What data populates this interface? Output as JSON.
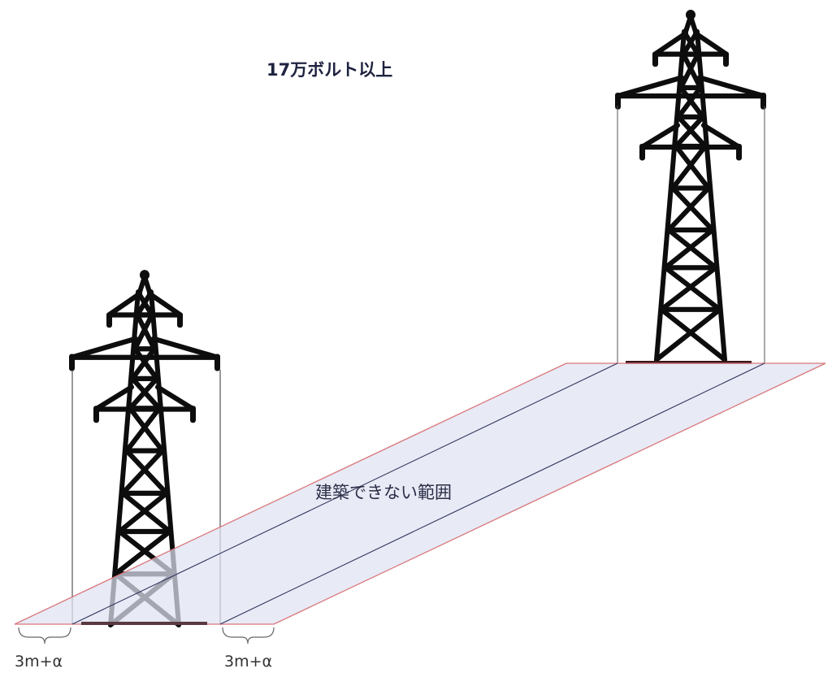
{
  "diagram": {
    "title": "17万ボルト以上",
    "zone_label": "建築できない範囲",
    "dimension_left": "3m+α",
    "dimension_right": "3m+α",
    "elements": {
      "towers": [
        {
          "name": "near-tower",
          "description": "transmission tower (foreground, left)"
        },
        {
          "name": "far-tower",
          "description": "transmission tower (background, right)"
        }
      ],
      "zone": "restricted building area band between towers"
    },
    "colors": {
      "zone_fill": "#e3e5f4",
      "zone_edge": "#d9777a",
      "wire": "#2d3358",
      "tower": "#0d0d0d",
      "text": "#1f2340"
    }
  }
}
